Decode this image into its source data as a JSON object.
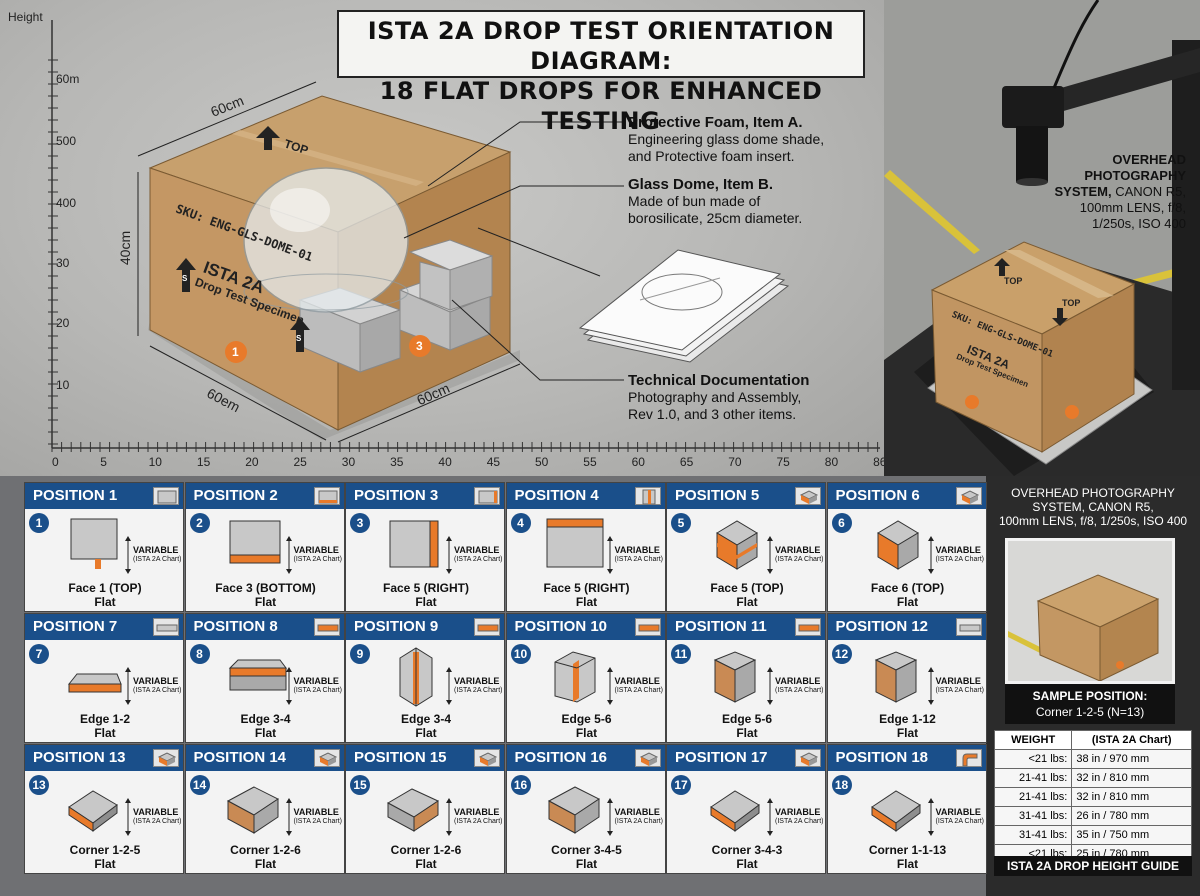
{
  "title": {
    "line1": "ISTA 2A DROP TEST ORIENTATION DIAGRAM:",
    "line2": "18 FLAT DROPS FOR ENHANCED TESTING"
  },
  "axis": {
    "y_title": "Height",
    "y_ticks": [
      "60m",
      "500",
      "400",
      "30",
      "20",
      "10"
    ],
    "x_ticks": [
      "0",
      "5",
      "10",
      "15",
      "20",
      "25",
      "30",
      "35",
      "40",
      "45",
      "50",
      "55",
      "60",
      "65",
      "70",
      "75",
      "80",
      "86"
    ]
  },
  "box": {
    "dim_top": "60cm",
    "dim_height": "40cm",
    "dim_front": "60em",
    "dim_side": "60cm",
    "top_label": "TOP",
    "sku": "SKU: ENG-GLS-DOME-01",
    "label1": "ISTA 2A",
    "label2": "Drop Test Specimen",
    "badge1": "1",
    "badge3": "3",
    "arrow_s": "S"
  },
  "callouts": {
    "foam_title": "Protective Foam, Item A.",
    "foam_l1": "Engineering glass dome shade,",
    "foam_l2": "and Protective foam insert.",
    "dome_title": "Glass Dome, Item B.",
    "dome_l1": "Made of bun made of",
    "dome_l2": "borosilicate, 25cm diameter.",
    "doc_title": "Technical Documentation",
    "doc_l1": "Photography and Assembly,",
    "doc_l2": "Rev 1.0, and 3 other items."
  },
  "photo": {
    "cap_b1": "OVERHEAD",
    "cap_b2": "PHOTOGRAPHY",
    "cap_b3": "SYSTEM,",
    "cap_r3": " CANON R5,",
    "cap_r4": "100mm LENS, f/8,",
    "cap_r5": "1/250s, ISO 400",
    "box_top": "TOP",
    "box_sku": "SKU: ENG-GLS-DOME-01",
    "box_l1": "ISTA 2A",
    "box_l2": "Drop Test Specimen"
  },
  "side": {
    "cap1": "OVERHEAD PHOTOGRAPHY",
    "cap2": "SYSTEM, CANON R5,",
    "cap3": "100mm LENS, f/8, 1/250s, ISO 400",
    "sample1": "SAMPLE POSITION:",
    "sample2": "Corner 1-2-5 (N=13)"
  },
  "weight_table": {
    "h1": "WEIGHT",
    "h2": "(ISTA 2A Chart)",
    "rows": [
      [
        "<21 lbs:",
        "38 in / 970 mm"
      ],
      [
        "21-41 lbs:",
        "32 in / 810 mm"
      ],
      [
        "21-41 lbs:",
        "32 in / 810 mm"
      ],
      [
        "31-41 lbs:",
        "26 in / 780 mm"
      ],
      [
        "31-41 lbs:",
        "35 in / 750 mm"
      ],
      [
        "<21 lbs:",
        "25 in / 780 mm"
      ]
    ],
    "footer": "ISTA 2A DROP HEIGHT GUIDE"
  },
  "variable": {
    "label": "VARIABLE",
    "sub": "(ISTA 2A Chart)"
  },
  "positions": [
    {
      "n": "1",
      "head": "POSITION 1",
      "cap1": "Face 1 (TOP)",
      "cap2": "Flat",
      "fig": "face-top"
    },
    {
      "n": "2",
      "head": "POSITION 2",
      "cap1": "Face 3 (BOTTOM)",
      "cap2": "Flat",
      "fig": "face-bottom"
    },
    {
      "n": "3",
      "head": "POSITION 3",
      "cap1": "Face 5 (RIGHT)",
      "cap2": "Flat",
      "fig": "face-right"
    },
    {
      "n": "4",
      "head": "POSITION 4",
      "cap1": "Face 5 (RIGHT)",
      "cap2": "Flat",
      "fig": "face-topbar"
    },
    {
      "n": "5",
      "head": "POSITION 5",
      "cap1": "Face 5 (TOP)",
      "cap2": "Flat",
      "fig": "cube-top"
    },
    {
      "n": "6",
      "head": "POSITION 6",
      "cap1": "Face 6 (TOP)",
      "cap2": "Flat",
      "fig": "cube-side"
    },
    {
      "n": "7",
      "head": "POSITION 7",
      "cap1": "Edge 1-2",
      "cap2": "Flat",
      "fig": "slab"
    },
    {
      "n": "8",
      "head": "POSITION 8",
      "cap1": "Edge 3-4",
      "cap2": "Flat",
      "fig": "slab2"
    },
    {
      "n": "9",
      "head": "POSITION 9",
      "cap1": "Edge 3-4",
      "cap2": "Flat",
      "fig": "edge-v"
    },
    {
      "n": "10",
      "head": "POSITION 10",
      "cap1": "Edge 5-6",
      "cap2": "Flat",
      "fig": "edge-v2"
    },
    {
      "n": "11",
      "head": "POSITION 11",
      "cap1": "Edge 5-6",
      "cap2": "Flat",
      "fig": "edge-left"
    },
    {
      "n": "12",
      "head": "POSITION 12",
      "cap1": "Edge 1-12",
      "cap2": "Flat",
      "fig": "edge-left"
    },
    {
      "n": "13",
      "head": "POSITION 13",
      "cap1": "Corner 1-2-5",
      "cap2": "Flat",
      "fig": "corner"
    },
    {
      "n": "14",
      "head": "POSITION 14",
      "cap1": "Corner 1-2-6",
      "cap2": "Flat",
      "fig": "corner2"
    },
    {
      "n": "15",
      "head": "POSITION 15",
      "cap1": "Corner 1-2-6",
      "cap2": "Flat",
      "fig": "corner3"
    },
    {
      "n": "16",
      "head": "POSITION 16",
      "cap1": "Corner 3-4-5",
      "cap2": "Flat",
      "fig": "corner2"
    },
    {
      "n": "17",
      "head": "POSITION 17",
      "cap1": "Corner 3-4-3",
      "cap2": "Flat",
      "fig": "corner"
    },
    {
      "n": "18",
      "head": "POSITION 18",
      "cap1": "Corner 1-1-13",
      "cap2": "Flat",
      "fig": "corner"
    }
  ],
  "colors": {
    "header_blue": "#1a4f8a",
    "accent_orange": "#e87a2a",
    "cardboard": "#c9a273"
  }
}
